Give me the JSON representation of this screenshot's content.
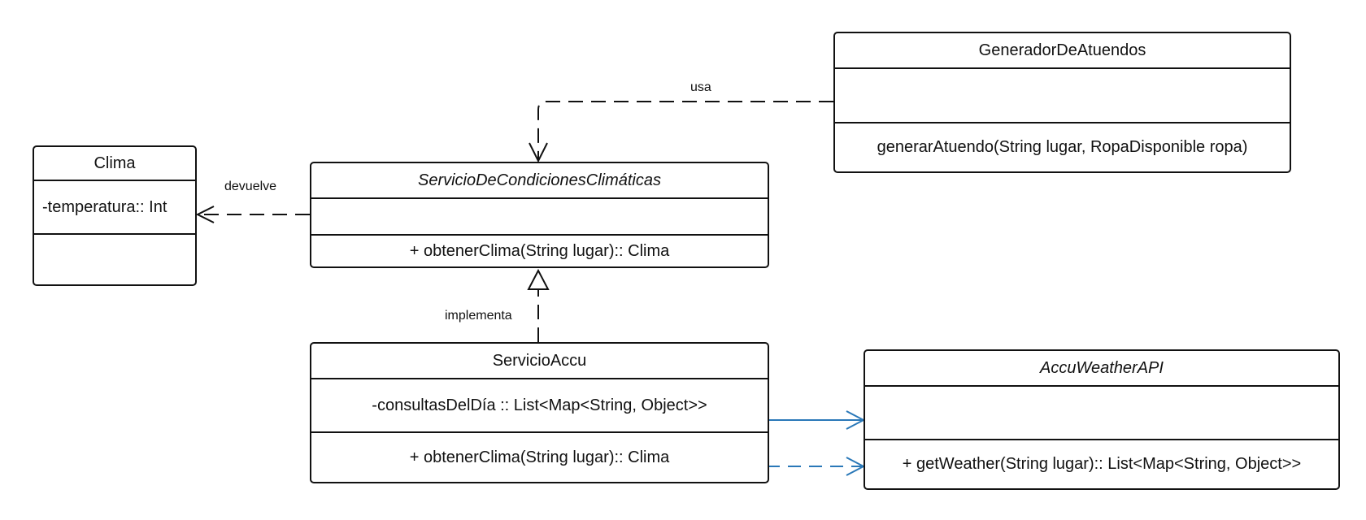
{
  "classes": {
    "clima": {
      "name": "Clima",
      "attributes": "-temperatura:: Int",
      "methods": ""
    },
    "servicio_condiciones": {
      "name": "ServicioDeCondicionesClimáticas",
      "attributes": "",
      "methods": "+ obtenerClima(String lugar):: Clima"
    },
    "generador": {
      "name": "GeneradorDeAtuendos",
      "attributes": "",
      "methods": "generarAtuendo(String lugar, RopaDisponible ropa)"
    },
    "servicio_accu": {
      "name": "ServicioAccu",
      "attributes": "-consultasDelDía :: List<Map<String, Object>>",
      "methods": "+ obtenerClima(String lugar):: Clima"
    },
    "accu_api": {
      "name": "AccuWeatherAPI",
      "attributes": "",
      "methods": "+ getWeather(String lugar):: List<Map<String, Object>>"
    }
  },
  "relations": {
    "usa": "usa",
    "devuelve": "devuelve",
    "implementa": "implementa"
  },
  "colors": {
    "line": "#111111",
    "association": "#2a78b8"
  }
}
